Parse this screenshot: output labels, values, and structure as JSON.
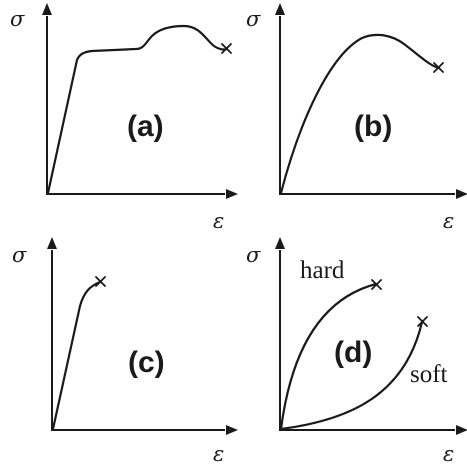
{
  "stress_symbol": "σ",
  "strain_symbol": "ε",
  "panels": [
    {
      "label": "(a)"
    },
    {
      "label": "(b)"
    },
    {
      "label": "(c)"
    },
    {
      "label": "(d)"
    }
  ],
  "curve_labels": {
    "hard": "hard",
    "soft": "soft"
  },
  "colors": {
    "ink": "#1a1a1a",
    "background": "#ffffff"
  }
}
